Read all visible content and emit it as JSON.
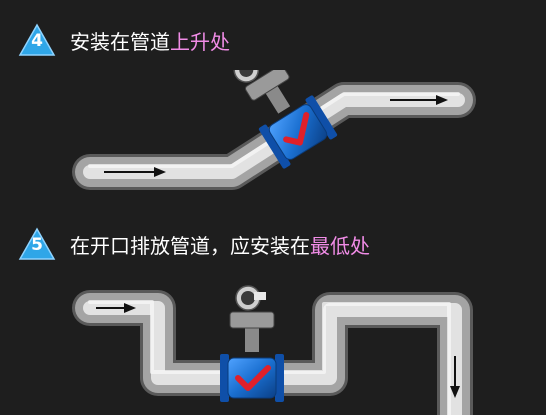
{
  "steps": [
    {
      "number": "4",
      "text": "安装在管道",
      "highlight": "上升处"
    },
    {
      "number": "5",
      "text": "在开口排放管道，应安装在",
      "highlight": "最低处"
    }
  ],
  "colors": {
    "background": "#1e1e1e",
    "heading_text": "#ffffff",
    "highlight_text": "#f08ce6",
    "badge": "#2fa6e8",
    "meter_body": "#1a6fd0",
    "check_mark": "#e0202a"
  },
  "icons": [
    "numbered-triangle-badge",
    "flow-arrow",
    "flowmeter",
    "check-mark"
  ]
}
